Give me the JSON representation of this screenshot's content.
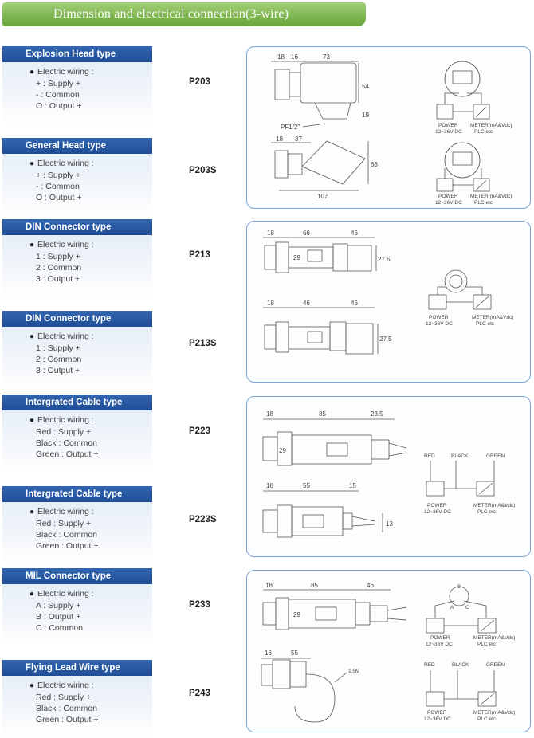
{
  "header": {
    "title": "Dimension and electrical connection(3-wire)"
  },
  "types": [
    {
      "title": "Explosion Head type",
      "wiring_label": "Electric wiring :",
      "lines": [
        "+ : Supply +",
        "- : Common",
        "O : Output +"
      ],
      "model": "P203"
    },
    {
      "title": "General Head type",
      "wiring_label": "Electric wiring :",
      "lines": [
        "+ : Supply +",
        "- : Common",
        "O : Output +"
      ],
      "model": "P203S"
    },
    {
      "title": "DIN Connector type",
      "wiring_label": "Electric wiring :",
      "lines": [
        "1 : Supply +",
        "2 : Common",
        "3 : Output +"
      ],
      "model": "P213"
    },
    {
      "title": "DIN Connector type",
      "wiring_label": "Electric wiring :",
      "lines": [
        "1 : Supply +",
        "2 : Common",
        "3 : Output +"
      ],
      "model": "P213S"
    },
    {
      "title": "Intergrated Cable type",
      "wiring_label": "Electric wiring :",
      "lines": [
        "Red  : Supply +",
        "Black : Common",
        "Green : Output +"
      ],
      "model": "P223"
    },
    {
      "title": "Intergrated Cable type",
      "wiring_label": "Electric wiring :",
      "lines": [
        "Red  : Supply +",
        "Black : Common",
        "Green : Output +"
      ],
      "model": "P223S"
    },
    {
      "title": "MIL Connector type",
      "wiring_label": "Electric wiring :",
      "lines": [
        "A : Supply +",
        "B : Output +",
        "C : Common"
      ],
      "model": "P233"
    },
    {
      "title": "Flying Lead Wire type",
      "wiring_label": "Electric wiring :",
      "lines": [
        "Red  : Supply +",
        "Black : Common",
        "Green : Output +"
      ],
      "model": "P243"
    }
  ],
  "diagrams": {
    "d1": {
      "d18": "18",
      "d16": "16",
      "d73": "73",
      "d54": "54",
      "d19": "19",
      "thread": "PF1/2\"",
      "power": "POWER",
      "power_v": "12~36V DC",
      "meter": "METER(mA&Vdc)",
      "plc": "PLC etc"
    },
    "d2": {
      "d18": "18",
      "d37": "37",
      "d68": "68",
      "d107": "107",
      "power": "POWER",
      "power_v": "12~36V DC",
      "meter": "METER(mA&Vdc)",
      "plc": "PLC etc"
    },
    "d3": {
      "d18": "18",
      "d66": "66",
      "d46": "46",
      "d29": "29",
      "d27": "27.5"
    },
    "d4": {
      "d18": "18",
      "d46a": "46",
      "d46b": "46",
      "d27": "27.5",
      "power": "POWER",
      "power_v": "12~36V DC",
      "meter": "METER(mA&Vdc)",
      "plc": "PLC etc"
    },
    "d5": {
      "d18": "18",
      "d85": "85",
      "d23": "23.5",
      "d29": "29"
    },
    "d6": {
      "d18": "18",
      "d55": "55",
      "d15": "15",
      "d13": "13",
      "red": "RED",
      "black": "BLACK",
      "green": "GREEN",
      "power": "POWER",
      "power_v": "12~36V DC",
      "meter": "METER(mA&Vdc)",
      "plc": "PLC etc"
    },
    "d7": {
      "d18": "18",
      "d85": "85",
      "d46": "46",
      "d29": "29",
      "pa": "A",
      "pb": "B",
      "pc": "C",
      "power": "POWER",
      "power_v": "12~36V DC",
      "meter": "METER(mA&Vdc)",
      "plc": "PLC etc"
    },
    "d8": {
      "d16": "16",
      "d55": "55",
      "d15m": "1.5M",
      "red": "RED",
      "black": "BLACK",
      "green": "GREEN",
      "power": "POWER",
      "power_v": "12~36V DC",
      "meter": "METER(mA&Vdc)",
      "plc": "PLC etc"
    }
  }
}
